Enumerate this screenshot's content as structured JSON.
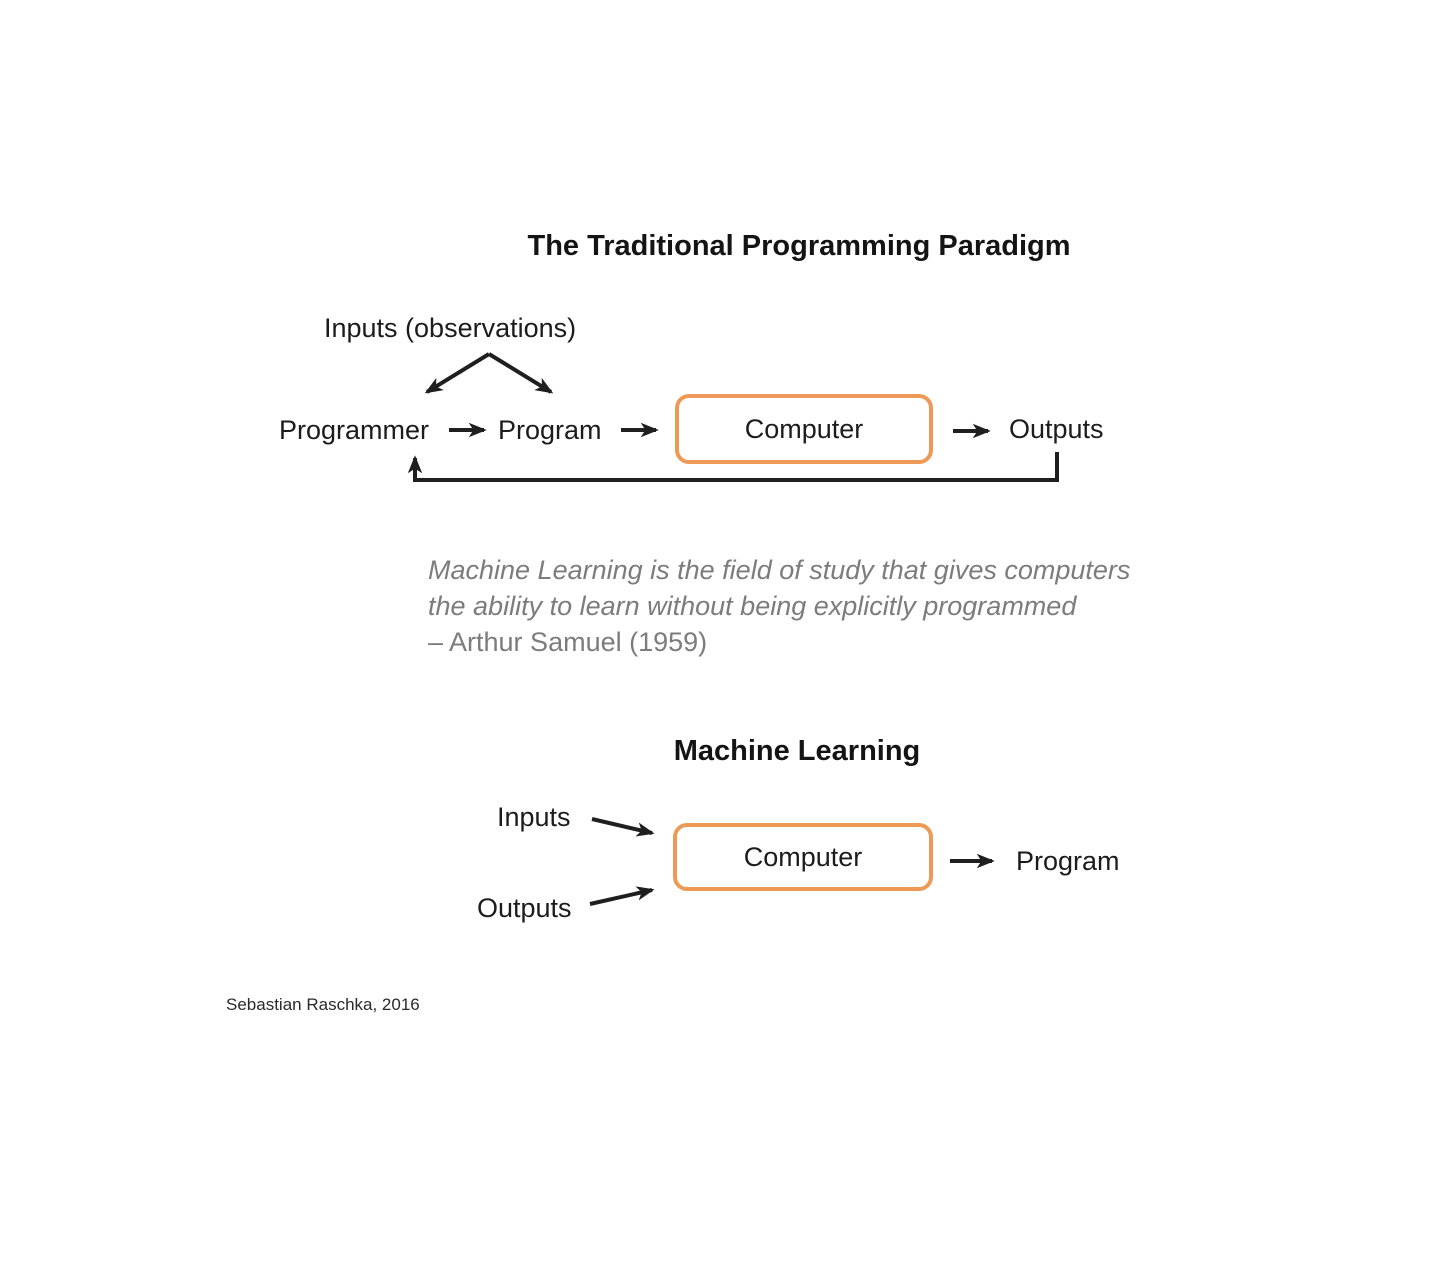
{
  "colors": {
    "background": "#ffffff",
    "accent_orange": "#ee9a56",
    "text_black": "#1c1c1c",
    "quote_gray": "#7c7c7c"
  },
  "traditional": {
    "title": "The Traditional Programming Paradigm",
    "inputs_label": "Inputs (observations)",
    "programmer_label": "Programmer",
    "program_label": "Program",
    "computer_label": "Computer",
    "outputs_label": "Outputs"
  },
  "quote": {
    "line1": "Machine Learning is the field of study that gives computers",
    "line2": "the ability to learn without being explicitly programmed",
    "attribution": "– Arthur Samuel (1959)"
  },
  "ml": {
    "title": "Machine Learning",
    "inputs_label": "Inputs",
    "outputs_label": "Outputs",
    "computer_label": "Computer",
    "program_label": "Program"
  },
  "footer": {
    "credit": "Sebastian Raschka, 2016"
  }
}
